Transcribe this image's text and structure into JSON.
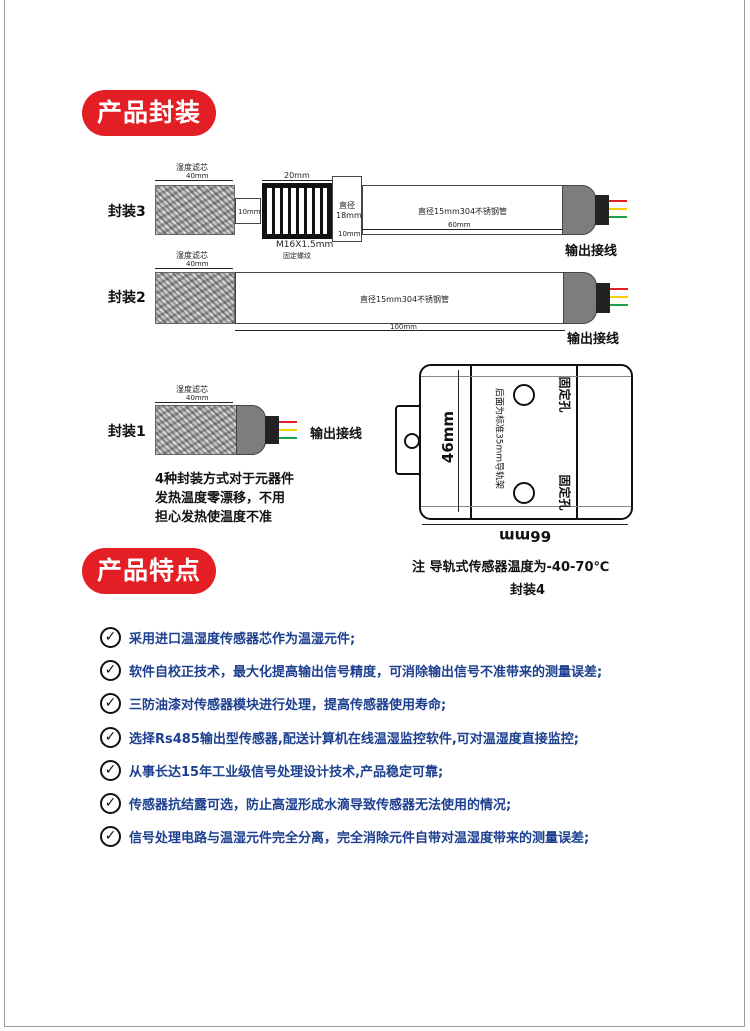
{
  "sections": {
    "packaging_title": "产品封装",
    "features_title": "产品特点"
  },
  "pkg3": {
    "label": "封装3",
    "filter_label": "湿度滤芯",
    "filter_width": "40mm",
    "inner_gap": "10mm",
    "thread_width": "20mm",
    "thread_spec": "M16X1.5mm",
    "thread_note": "固定螺纹",
    "dia_label": "直径",
    "dia_value": "18mm",
    "dia_len": "10mm",
    "tube_text": "直径15mm304不锈钢管",
    "tube_len": "60mm",
    "output": "输出接线"
  },
  "pkg2": {
    "label": "封装2",
    "filter_label": "湿度滤芯",
    "filter_width": "40mm",
    "tube_text": "直径15mm304不锈钢管",
    "tube_len": "100mm",
    "output": "输出接线"
  },
  "pkg1": {
    "label": "封装1",
    "filter_label": "湿度滤芯",
    "filter_width": "40mm",
    "output": "输出接线"
  },
  "pkg_note": {
    "line1": "4种封装方式对于元器件",
    "line2": "发热温度零漂移，不用",
    "line3": "担心发热使温度不准"
  },
  "pkg4": {
    "height_dim": "46mm",
    "width_dim": "66mm",
    "rail_text": "后面为标准35mm导轨架",
    "hole_top": "固定孔",
    "hole_bottom": "固定孔",
    "note": "注 导轨式传感器温度为-40-70℃",
    "label": "封装4"
  },
  "wire_colors": [
    "#e31e24",
    "#f5d000",
    "#1aa34a"
  ],
  "features": [
    "采用进口温湿度传感器芯作为温湿元件;",
    "软件自校正技术，最大化提高输出信号精度，可消除输出信号不准带来的测量误差;",
    "三防油漆对传感器模块进行处理，提高传感器使用寿命;",
    "选择Rs485输出型传感器,配送计算机在线温湿监控软件,可对温湿度直接监控;",
    "从事长达15年工业级信号处理设计技术,产品稳定可靠;",
    "传感器抗结露可选，防止高湿形成水滴导致传感器无法使用的情况;",
    "信号处理电路与温湿元件完全分离，完全消除元件自带对温湿度带来的测量误差;"
  ]
}
